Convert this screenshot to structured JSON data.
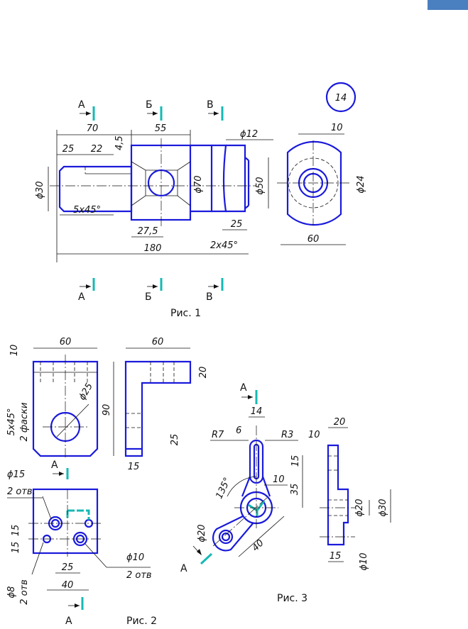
{
  "sheet": {
    "number": "14",
    "corner_tab_color": "#4a80c0",
    "line_color": "#1a1adb",
    "section_mark_color": "#16b9b4"
  },
  "fig1": {
    "caption": "Рис. 1",
    "sections_top": [
      "А",
      "Б",
      "В"
    ],
    "sections_bottom": [
      "А",
      "Б",
      "В"
    ],
    "dims": {
      "d70": "70",
      "d55": "55",
      "d12": "ϕ12",
      "d10": "10",
      "d25": "25",
      "d22": "22",
      "d4_5": "4,5",
      "d30": "ϕ30",
      "d70b": "ϕ70",
      "d50": "ϕ50",
      "d24": "ϕ24",
      "d5x45": "5x45°",
      "d27_5": "27,5",
      "d25b": "25",
      "d180": "180",
      "d2x45": "2x45°",
      "d60": "60"
    }
  },
  "fig2": {
    "caption": "Рис. 2",
    "section_top": "А",
    "section_bottom": "А",
    "dims": {
      "d10": "10",
      "d60a": "60",
      "d60b": "60",
      "d20": "20",
      "d5x45": "5x45°",
      "chamfers": "2 фаски",
      "d25": "ϕ25",
      "d90": "90",
      "d25b": "25",
      "d15": "15",
      "d15hole": "ϕ15",
      "holes2a": "2 отв.",
      "d15a": "15",
      "d15b": "15",
      "d25c": "25",
      "d40": "40",
      "d10hole": "ϕ10",
      "holes2b": "2 отв",
      "d8": "ϕ8",
      "holes2c": "2 отв"
    }
  },
  "fig3": {
    "caption": "Рис. 3",
    "section_top": "А",
    "section_bottom": "А",
    "dims": {
      "d14": "14",
      "r7": "R7",
      "d6": "6",
      "r3": "R3",
      "d10": "10",
      "d20": "20",
      "d15": "15",
      "d10b": "10",
      "d35": "35",
      "a135": "135°",
      "d20b": "ϕ20",
      "d40": "40",
      "d20c": "ϕ20",
      "d30": "ϕ30",
      "d15b": "15",
      "d10c": "ϕ10"
    }
  }
}
